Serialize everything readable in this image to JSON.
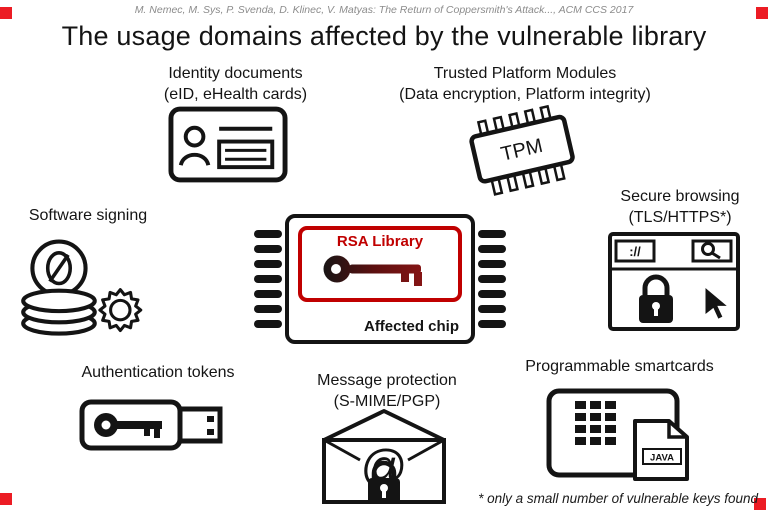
{
  "colors": {
    "accent_red": "#c00000",
    "corner_marker_red": "#ec1c24"
  },
  "page": {
    "citation": "M. Nemec, M. Sys, P. Svenda, D. Klinec, V. Matyas: The Return of Coppersmith's Attack..., ACM CCS 2017",
    "title": "The usage domains affected by the vulnerable library",
    "footnote": "* only a small number of vulnerable keys found"
  },
  "chip": {
    "library_label": "RSA Library",
    "chip_label": "Affected chip"
  },
  "domains": {
    "identity": {
      "label": "Identity documents",
      "sublabel": "(eID, eHealth cards)"
    },
    "tpm": {
      "label": "Trusted Platform Modules",
      "sublabel": "(Data encryption, Platform integrity)",
      "chip_text": "TPM"
    },
    "software_signing": {
      "label": "Software signing"
    },
    "secure_browsing": {
      "label": "Secure browsing",
      "sublabel": "(TLS/HTTPS*)",
      "address_text": "://"
    },
    "auth_tokens": {
      "label": "Authentication tokens"
    },
    "message_protection": {
      "label": "Message protection",
      "sublabel": "(S-MIME/PGP)",
      "at_symbol": "@"
    },
    "smartcards": {
      "label": "Programmable smartcards",
      "file_label": "JAVA"
    }
  }
}
